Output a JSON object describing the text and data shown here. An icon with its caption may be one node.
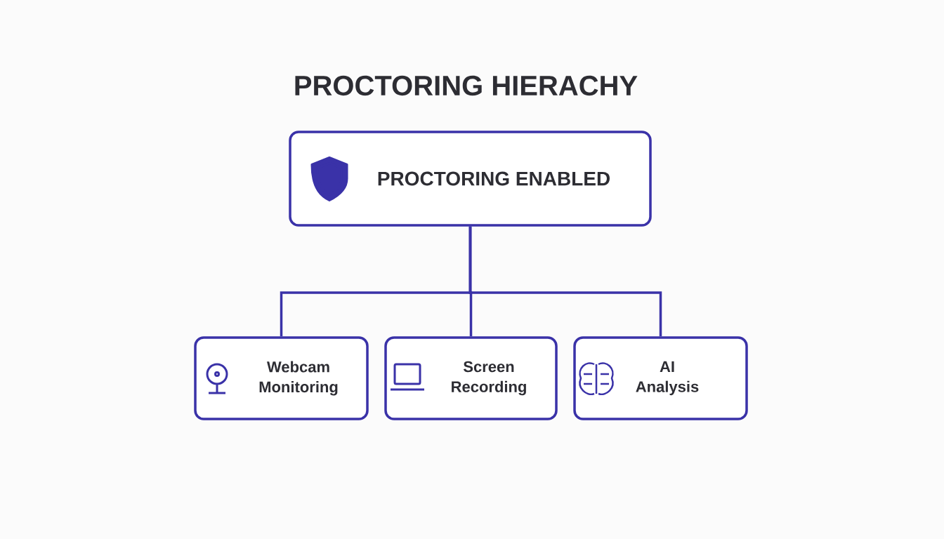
{
  "diagram": {
    "title": "PROCTORING HIERACHY",
    "nodes": [
      {
        "text": [
          "PROCTORING ENABLED"
        ]
      },
      {
        "text": [
          "Webcam Monitoring"
        ]
      },
      {
        "text": [
          "Screen Recording"
        ]
      },
      {
        "text": [
          "AI Analysis"
        ]
      }
    ],
    "edges": [
      {
        "from": 0,
        "to": 1,
        "arrow": "none"
      },
      {
        "from": 0,
        "to": 2,
        "arrow": "none"
      },
      {
        "from": 0,
        "to": 3,
        "arrow": "none"
      }
    ]
  }
}
